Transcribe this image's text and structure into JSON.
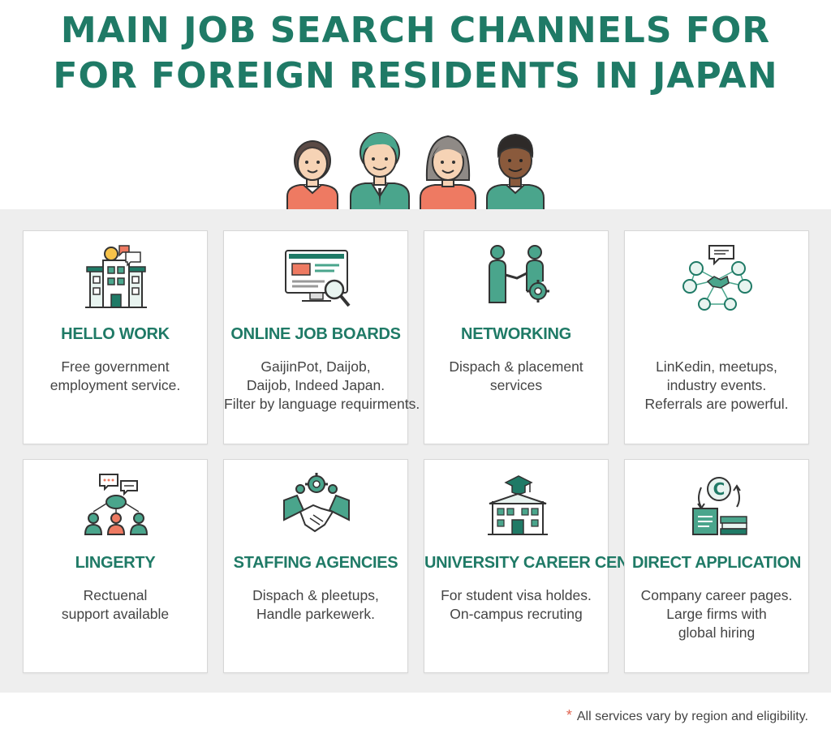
{
  "title": {
    "line1": "MAIN JOB SEARCH CHANNELS FOR",
    "line2": "FOR FOREIGN RESIDENTS IN JAPAN"
  },
  "colors": {
    "teal": "#1f7a66",
    "coral": "#ee7a62",
    "background_panel": "#eeeeee"
  },
  "cards": [
    {
      "title": "HELLO WORK",
      "icon": "office-building-icon",
      "lines": [
        "Free government",
        "employment service."
      ]
    },
    {
      "title": "ONLINE JOB BOARDS",
      "icon": "computer-search-icon",
      "lines": [
        "GaijinPot, Daijob,",
        "Daijob, Indeed Japan.",
        "Filter by language requirments."
      ]
    },
    {
      "title": "NETWORKING",
      "icon": "handshake-gear-icon",
      "lines": [
        "Dispach & placement",
        "services"
      ]
    },
    {
      "title": "",
      "icon": "network-people-icon",
      "lines": [
        "LinKedin, meetups,",
        "industry events.",
        "Referrals are powerful."
      ]
    },
    {
      "title": "LINGERTY",
      "icon": "group-chat-icon",
      "lines": [
        "Rectuenal",
        "support available"
      ]
    },
    {
      "title": "STAFFING AGENCIES",
      "icon": "handshake-gears-icon",
      "lines": [
        "Dispach & pleetups,",
        "Handle parkewerk."
      ]
    },
    {
      "title": "UNIVERSITY CAREER CENTERS",
      "icon": "university-icon",
      "lines": [
        "For student visa holdes.",
        "On-campus recruting"
      ]
    },
    {
      "title": "DIRECT APPLICATION",
      "icon": "documents-cycle-icon",
      "lines": [
        "Company career pages.",
        "Large firms with",
        "global hiring"
      ]
    }
  ],
  "footer": {
    "star": "*",
    "note": "All services vary by region and eligibility."
  }
}
